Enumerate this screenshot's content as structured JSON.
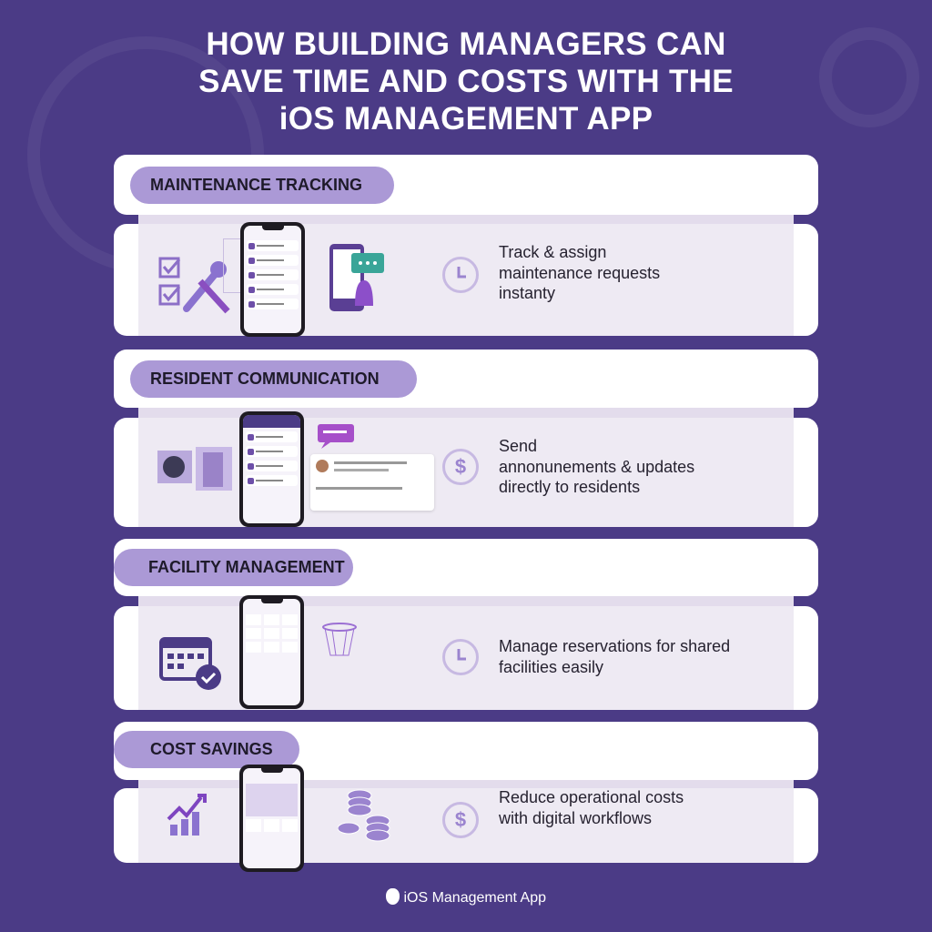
{
  "title": {
    "line1": "HOW BUILDING MANAGERS CAN",
    "line2": "SAVE TIME AND COSTS WITH THE",
    "line3": "iOS MANAGEMENT APP"
  },
  "sections": [
    {
      "label": "MAINTENANCE TRACKING",
      "desc": [
        "Track & assign",
        "maintenance requests",
        "instanty"
      ],
      "icon": "clock-icon"
    },
    {
      "label": "RESIDENT COMMUNICATION",
      "desc": [
        "Send",
        "annonunements & updates",
        "directly to residents"
      ],
      "icon": "dollar-icon",
      "symbol": "$"
    },
    {
      "label": "FACILITY MANAGEMENT",
      "desc": [
        "Manage reservations for shared",
        "facilities easily"
      ],
      "icon": "clock-icon"
    },
    {
      "label": "COST SAVINGS",
      "desc": [
        "Reduce operational costs",
        "with digital workflows"
      ],
      "icon": "dollar-icon",
      "symbol": "$"
    }
  ],
  "footer": {
    "apple_icon": "apple-logo-icon",
    "label": "iOS Management App"
  },
  "colors": {
    "background": "#4b3b86",
    "pill": "#ab99d6",
    "accent": "#6d4fa8"
  }
}
